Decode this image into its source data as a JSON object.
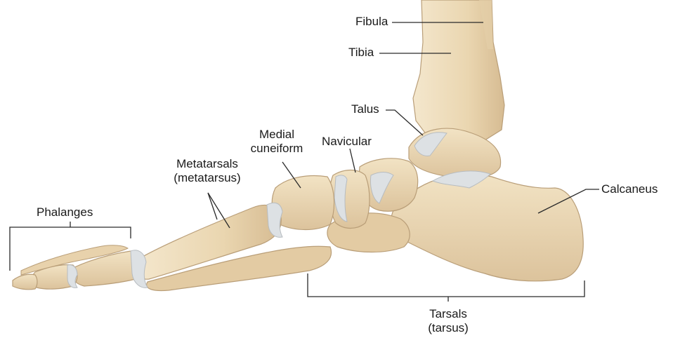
{
  "colors": {
    "bone_fill": "#ecd9b4",
    "bone_shade": "#d9c09a",
    "bone_edge": "#b99e78",
    "cartilage": "#dde1e4",
    "leader_line": "#2a2a2a",
    "background": "#ffffff"
  },
  "labels": {
    "fibula": "Fibula",
    "tibia": "Tibia",
    "talus": "Talus",
    "medial_line1": "Medial",
    "medial_line2": "cuneiform",
    "navicular": "Navicular",
    "metatarsals_line1": "Metatarsals",
    "metatarsals_line2": "(metatarsus)",
    "calcaneus": "Calcaneus",
    "phalanges": "Phalanges",
    "tarsals_line1": "Tarsals",
    "tarsals_line2": "(tarsus)"
  }
}
